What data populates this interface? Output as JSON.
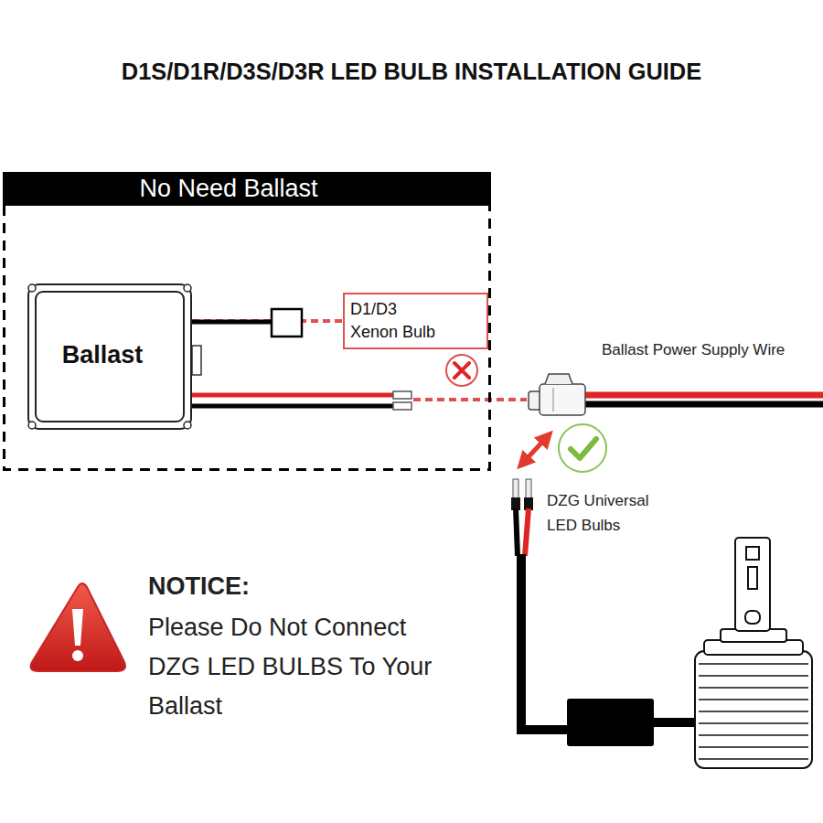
{
  "diagram": {
    "title": "D1S/D1R/D3S/D3R LED BULB INSTALLATION GUIDE",
    "nodes": [
      {
        "text": [
          "No Need Ballast"
        ]
      },
      {
        "text": [
          "Ballast"
        ],
        "in": 0
      },
      {
        "text": [
          "D1/D3 Xenon Bulb"
        ],
        "in": 0
      }
    ],
    "edges": [
      {
        "from": 1,
        "to": 2,
        "arrow": "none"
      }
    ],
    "labels": [
      "Ballast Power Supply Wire",
      "DZG Universal LED Bulbs",
      "NOTICE:",
      "Please Do Not Connect DZG LED BULBS To Your Ballast"
    ]
  }
}
